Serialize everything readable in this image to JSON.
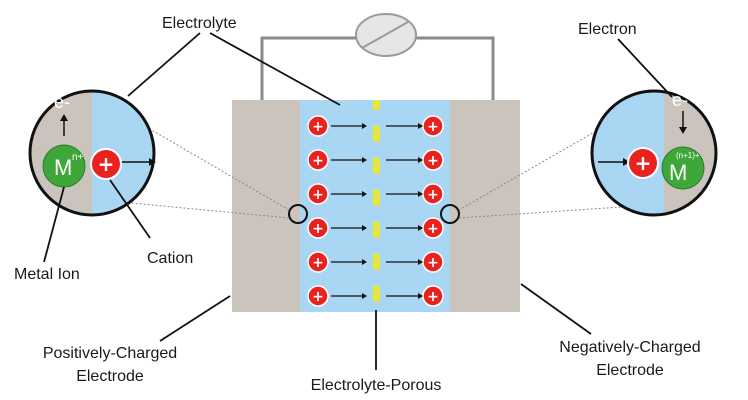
{
  "labels": {
    "electrolyte": "Electrolyte",
    "electron": "Electron",
    "cation": "Cation",
    "metal_ion": "Metal Ion",
    "positive_line1": "Positively-Charged",
    "positive_line2": "Electrode",
    "negative_line1": "Negatively-Charged",
    "negative_line2": "Electrode",
    "porous": "Electrolyte-Porous"
  },
  "symbols": {
    "plus": "+",
    "electron": "e-",
    "metal": "M",
    "left_charge": "n+",
    "right_charge": "(n+1)+"
  },
  "ion_rows": 6,
  "colors": {
    "electrode": "#cbc4bc",
    "electrolyte": "#a9d6f2",
    "cation": "#e8231f",
    "metal_ion": "#3fa63a",
    "separator": "#e8e63c",
    "wire": "#8a8a8a"
  }
}
